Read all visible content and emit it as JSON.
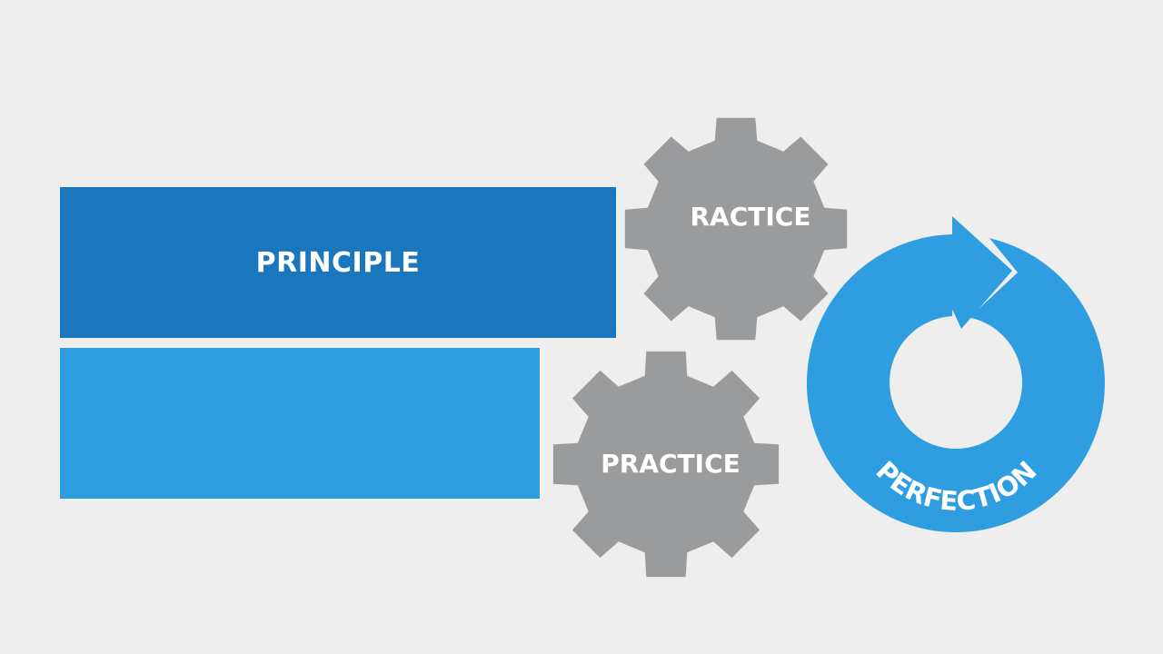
{
  "colors": {
    "background": "#eeeeee",
    "bar_dark": "#1a76bd",
    "bar_light": "#2f9ee0",
    "gear": "#9a9b9d",
    "cycle": "#2f9ee0",
    "text": "#ffffff"
  },
  "bars": {
    "principle_label": "PRINCIPLE"
  },
  "gears": {
    "top_label": "RACTICE",
    "bottom_label": "PRACTICE"
  },
  "cycle": {
    "label": "PERFECTION",
    "icon": "circular-arrow-icon"
  }
}
